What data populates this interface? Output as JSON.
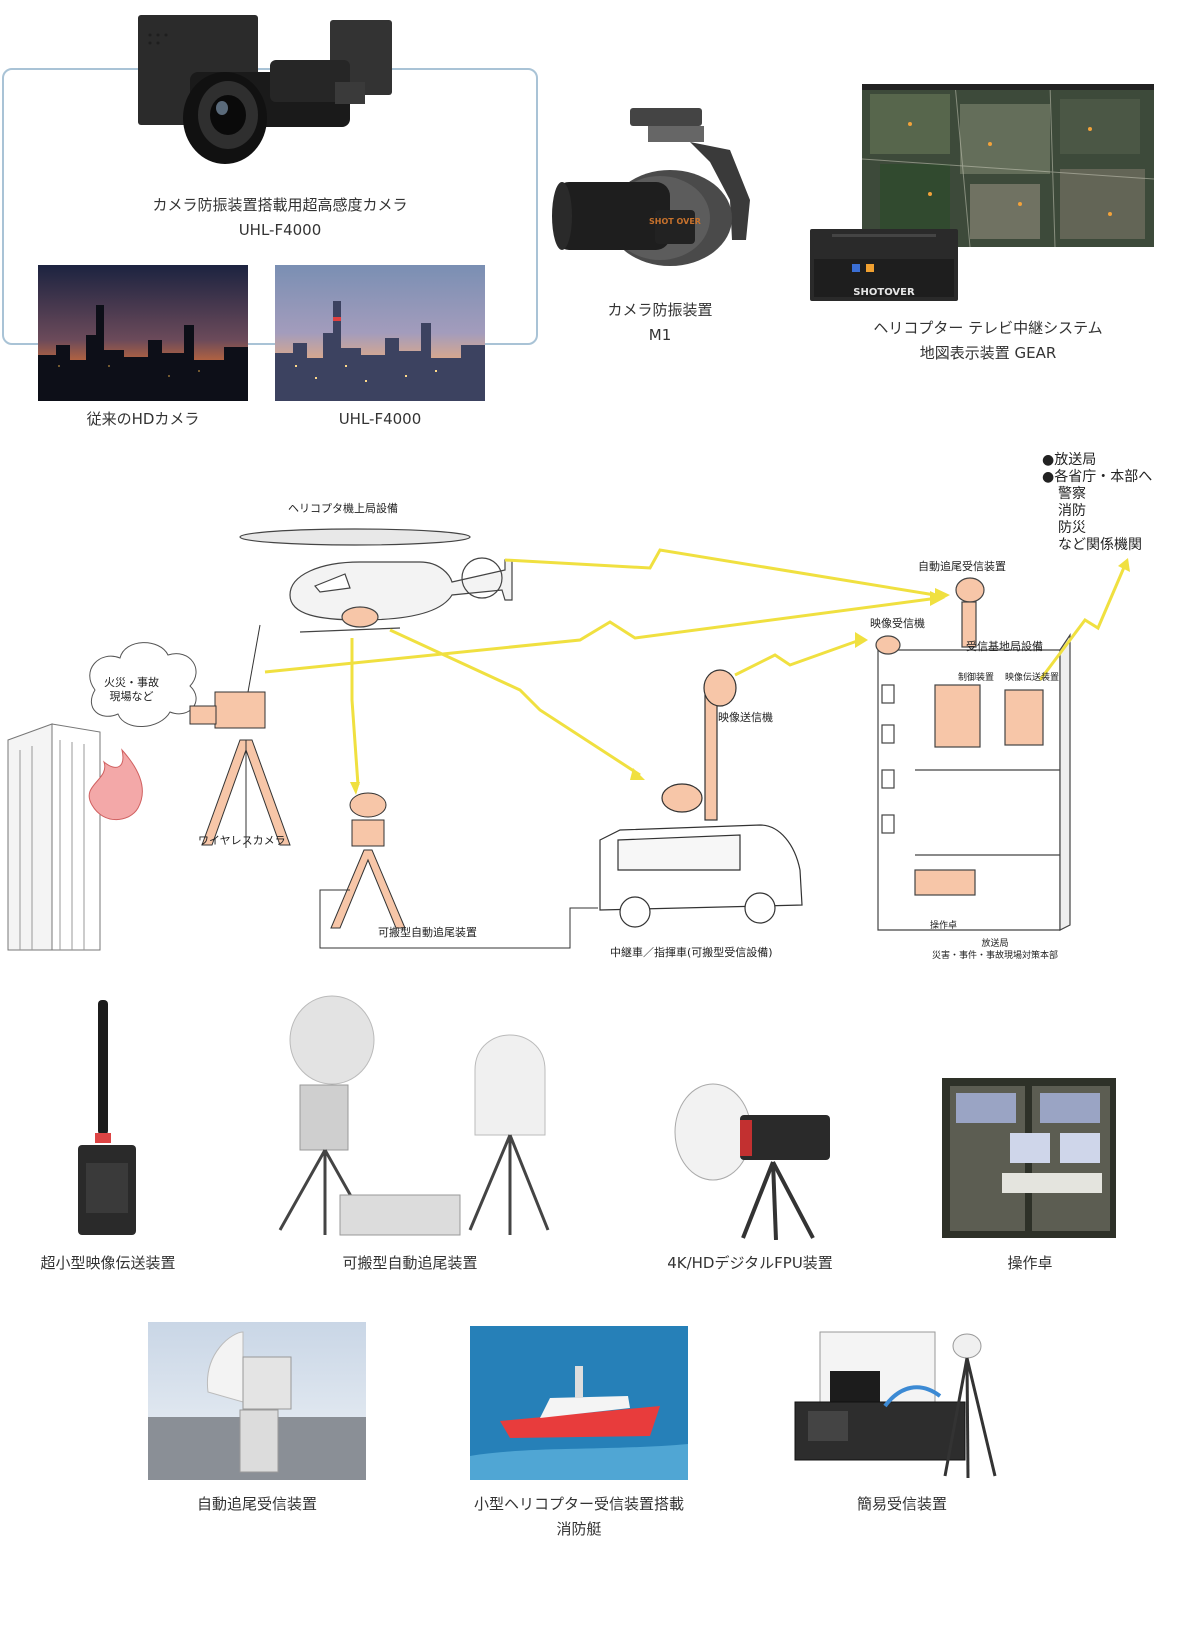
{
  "top": {
    "uhl_caption_line1": "カメラ防振装置搭載用超高感度カメラ",
    "uhl_caption_line2": "UHL-F4000",
    "compare_left": "従来のHDカメラ",
    "compare_right": "UHL-F4000",
    "m1_line1": "カメラ防振装置",
    "m1_line2": "M1",
    "gear_line1": "ヘリコプター テレビ中継システム",
    "gear_line2": "地図表示装置 GEAR",
    "m1_badge": "SHOT OVER",
    "gear_badge": "SHOTOVER"
  },
  "diagram": {
    "heli_label": "ヘリコプタ機上局設備",
    "fire_label": "火災・事故\n現場など",
    "wireless_camera": "ワイヤレスカメラ",
    "portable_tracker": "可搬型自動追尾装置",
    "relay_vehicle": "中継車／指揮車(可搬型受信設備)",
    "video_tx": "映像送信機",
    "auto_tracker_rx": "自動追尾受信装置",
    "video_rx": "映像受信機",
    "base_station": "受信基地局設備",
    "control_unit": "制御装置",
    "video_transfer": "映像伝送装置",
    "console": "操作卓",
    "hq_line1": "放送局",
    "hq_line2": "災害・事件・事故現場対策本部",
    "dest": {
      "b1": "放送局",
      "b2": "各省庁・本部へ",
      "s1": "警察",
      "s2": "消防",
      "s3": "防災",
      "s4": "など関係機関"
    }
  },
  "products": {
    "p1": "超小型映像伝送装置",
    "p2": "可搬型自動追尾装置",
    "p3": "4K/HDデジタルFPU装置",
    "p4": "操作卓",
    "p5": "自動追尾受信装置",
    "p6_line1": "小型ヘリコプター受信装置搭載",
    "p6_line2": "消防艇",
    "p7": "簡易受信装置"
  }
}
